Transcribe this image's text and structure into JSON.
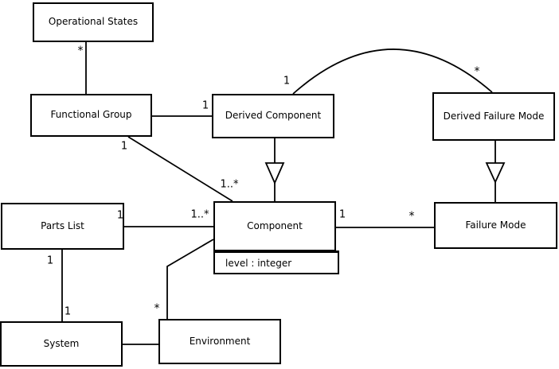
{
  "diagram": {
    "type": "uml-class-diagram",
    "classes": {
      "operational_states": {
        "name": "Operational States"
      },
      "functional_group": {
        "name": "Functional Group"
      },
      "derived_component": {
        "name": "Derived Component"
      },
      "derived_failure_mode": {
        "name": "Derived Failure Mode"
      },
      "parts_list": {
        "name": "Parts List"
      },
      "component": {
        "name": "Component",
        "attribute": "level : integer"
      },
      "failure_mode": {
        "name": "Failure Mode"
      },
      "system": {
        "name": "System"
      },
      "environment": {
        "name": "Environment"
      }
    },
    "multiplicities": {
      "op_states_star": "*",
      "fg_diag_one": "1",
      "dc_left_one": "1",
      "dc_arc_one": "1",
      "dfm_arc_star": "*",
      "comp_top_many": "1..*",
      "comp_left_many": "1..*",
      "parts_list_right_one": "1",
      "comp_right_one": "1",
      "failure_mode_star": "*",
      "parts_list_bottom_one": "1",
      "system_top_one": "1",
      "environment_top_star": "*"
    },
    "relationships": [
      {
        "a": "Functional Group",
        "b": "Operational States",
        "kind": "association",
        "b_mult": "*"
      },
      {
        "a": "Functional Group",
        "b": "Derived Component",
        "kind": "association",
        "b_mult": "1"
      },
      {
        "a": "Functional Group",
        "b": "Component",
        "kind": "association",
        "a_mult": "1",
        "b_mult": "1..*"
      },
      {
        "a": "Derived Component",
        "b": "Component",
        "kind": "generalization",
        "triangle_points_to": "Component"
      },
      {
        "a": "Derived Component",
        "b": "Derived Failure Mode",
        "kind": "association-arc",
        "a_mult": "1",
        "b_mult": "*"
      },
      {
        "a": "Derived Failure Mode",
        "b": "Failure Mode",
        "kind": "generalization",
        "triangle_points_to": "Failure Mode"
      },
      {
        "a": "Component",
        "b": "Failure Mode",
        "kind": "association",
        "a_mult": "1",
        "b_mult": "*"
      },
      {
        "a": "Parts List",
        "b": "Component",
        "kind": "association",
        "a_mult": "1",
        "b_mult": "1..*"
      },
      {
        "a": "Parts List",
        "b": "System",
        "kind": "association",
        "a_mult": "1",
        "b_mult": "1"
      },
      {
        "a": "System",
        "b": "Environment",
        "kind": "association"
      },
      {
        "a": "Environment",
        "b": "Component",
        "kind": "association",
        "a_mult": "*"
      }
    ],
    "colors": {
      "line": "#000000",
      "background": "#ffffff",
      "text": "#000000"
    }
  }
}
